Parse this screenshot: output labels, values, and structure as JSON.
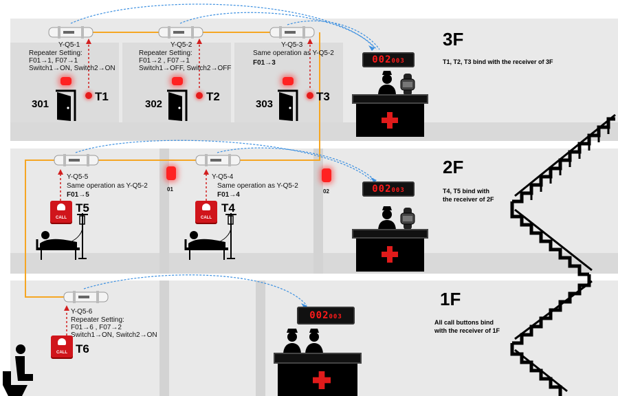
{
  "floors": {
    "f3": {
      "label": "3F",
      "note": "T1, T2, T3 bind with the receiver of 3F"
    },
    "f2": {
      "label": "2F",
      "note_line1": "T4, T5 bind with",
      "note_line2": "the receiver of 2F"
    },
    "f1": {
      "label": "1F",
      "note_line1": "All call buttons bind",
      "note_line2": "with the receiver of 1F"
    }
  },
  "repeaters": {
    "q1": {
      "name": "Y-Q5-1",
      "line1": "Repeater Setting:",
      "line2": "F01→1, F07→1",
      "line3": "Switch1→ON, Switch2→ON"
    },
    "q2": {
      "name": "Y-Q5-2",
      "line1": "Repeater Setting:",
      "line2": "F01→2 , F07→1",
      "line3": "Switch1→OFF, Switch2→OFF"
    },
    "q3": {
      "name": "Y-Q5-3",
      "line1": "Same operation as Y-Q5-2",
      "line2": "F01→3"
    },
    "q4": {
      "name": "Y-Q5-4",
      "line1": "Same operation as Y-Q5-2",
      "line2": "F01→4"
    },
    "q5": {
      "name": "Y-Q5-5",
      "line1": "Same operation as Y-Q5-2",
      "line2": "F01→5"
    },
    "q6": {
      "name": "Y-Q5-6",
      "line1": "Repeater Setting:",
      "line2": "F01→6 , F07→2",
      "line3": "Switch1→ON, Switch2→ON"
    }
  },
  "rooms": [
    "301",
    "302",
    "303"
  ],
  "transmitters": [
    "T1",
    "T2",
    "T3",
    "T4",
    "T5",
    "T6"
  ],
  "lamps": [
    "01",
    "02"
  ],
  "call_button_label": "CALL",
  "displays": {
    "d3": {
      "main": "002",
      "sub": "003"
    },
    "d2": {
      "main": "002",
      "sub": "003"
    },
    "d1": {
      "main": "002",
      "sub": "003"
    }
  },
  "colors": {
    "link": "#f5a623",
    "wireless": "#3b8fe0",
    "signal": "#d21f1f",
    "display_digits": "#ff1a1a"
  }
}
